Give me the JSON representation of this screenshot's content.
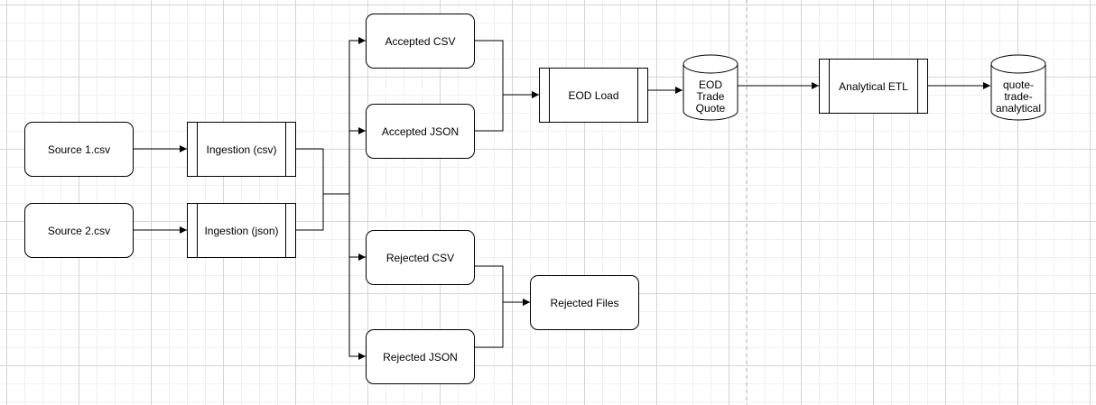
{
  "diagram": {
    "nodes": {
      "source1": "Source 1.csv",
      "source2": "Source 2.csv",
      "ingest_csv": "Ingestion (csv)",
      "ingest_json": "Ingestion (json)",
      "accepted_csv": "Accepted CSV",
      "accepted_json": "Accepted JSON",
      "rejected_csv": "Rejected CSV",
      "rejected_json": "Rejected JSON",
      "rejected_files": "Rejected Files",
      "eod_load": "EOD Load",
      "eod_store_line1": "EOD",
      "eod_store_line2": "Trade",
      "eod_store_line3": "Quote",
      "analytical_etl": "Analytical ETL",
      "qta_line1": "quote-",
      "qta_line2": "trade-",
      "qta_line3": "analytical"
    },
    "colors": {
      "stroke": "#000000",
      "fill": "#ffffff",
      "grid": "#d4d4d4",
      "separator": "#b0b0b0"
    }
  }
}
